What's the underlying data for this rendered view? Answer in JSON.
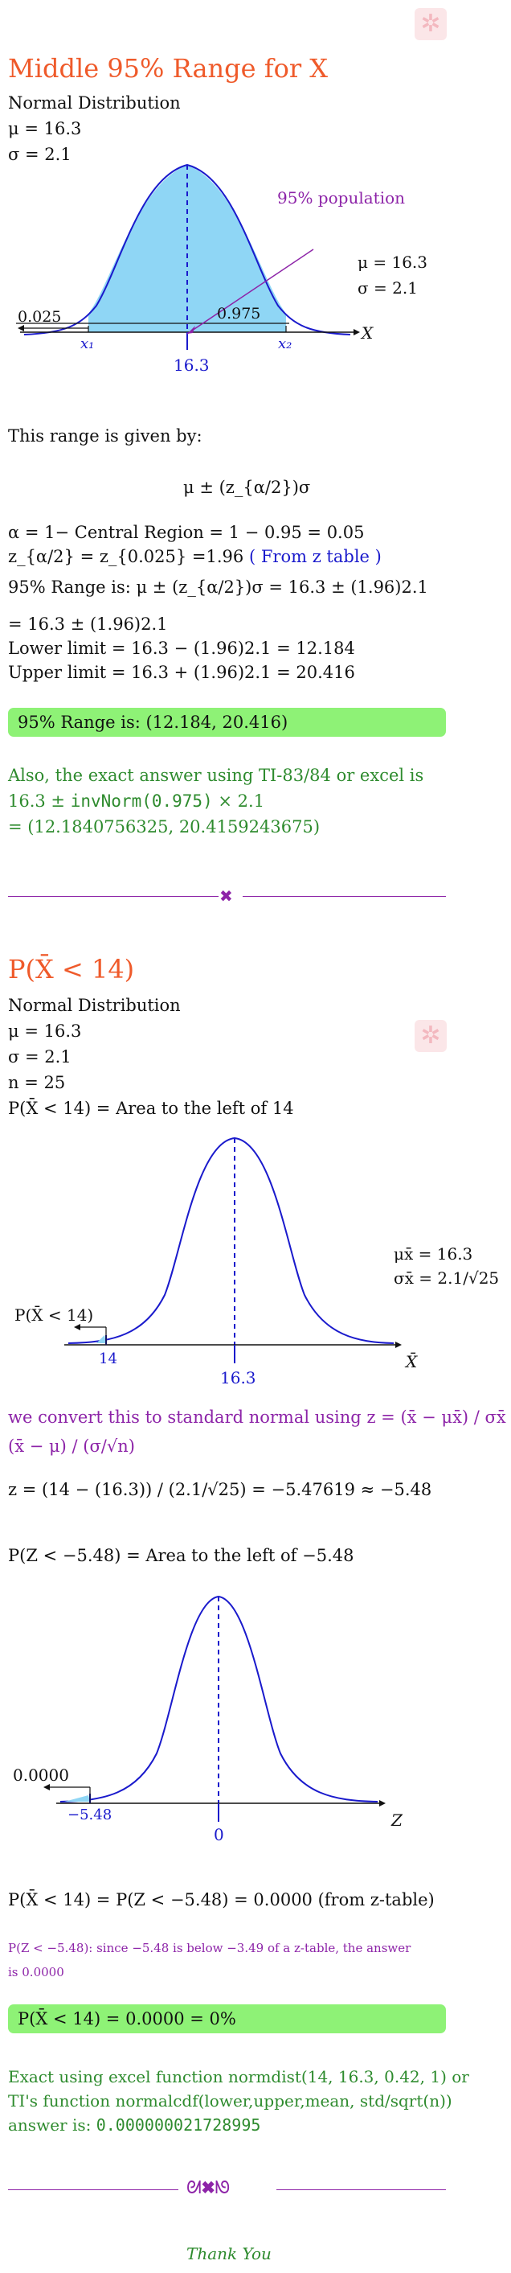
{
  "logo_glyph": "✲",
  "section1": {
    "title": "Middle 95% Range for X",
    "dist_label": "Normal Distribution",
    "mu_line": "μ = 16.3",
    "sigma_line": "σ = 2.1",
    "graph": {
      "annotation": "95% population",
      "mu": "μ = 16.3",
      "sigma": "σ = 2.1",
      "left_tail": "0.025",
      "center_area": "0.975",
      "x1": "x₁",
      "x2": "x₂",
      "center": "16.3",
      "axis": "X"
    },
    "range_intro": "This range is given by:",
    "formula": "μ ± (z_{α/2})σ",
    "alpha_line": "α = 1− Central Region = 1 − 0.95 = 0.05",
    "z_line": "z_{α/2} = z_{0.025} =1.96",
    "z_note": "( From z table )",
    "range_line": "95% Range is:  μ ± (z_{α/2})σ = 16.3 ± (1.96)2.1",
    "range_line2": "= 16.3 ± (1.96)2.1",
    "lower_line": "Lower limit = 16.3 − (1.96)2.1 = 12.184",
    "upper_line": "Upper limit = 16.3 + (1.96)2.1 = 20.416",
    "answer_box": "95% Range is:  (12.184, 20.416)",
    "exact1": "Also, the exact answer using TI-83/84 or excel is",
    "exact2_a": "16.3 ± ",
    "exact2_code": "invNorm(0.975)",
    "exact2_b": " × 2.1",
    "exact3": "= (12.1840756325, 20.4159243675)"
  },
  "divider1_glyph": "✖",
  "section2": {
    "title": "P(X̄ < 14)",
    "dist_label": "Normal Distribution",
    "mu_line": "μ = 16.3",
    "sigma_line": "σ = 2.1",
    "n_line": "n = 25",
    "area_line": "P(X̄ < 14) = Area to the left of 14",
    "graph1": {
      "mu": "μx̄ = 16.3",
      "sigma": "σx̄ = 2.1/√25",
      "left_label": "P(X̄ < 14)",
      "tick_left": "14",
      "center": "16.3",
      "axis": "X̄"
    },
    "convert_a": "we convert this to standard normal using",
    "convert_b": "z = (x̄ − μx̄) / σx̄ =",
    "convert_c": "(x̄ − μ) / (σ/√n)",
    "z_calc": "z = (14 − (16.3)) / (2.1/√25) = −5.47619 ≈ −5.48",
    "z_area": "P(Z < −5.48) = Area to the left of −5.48",
    "graph2": {
      "left_label": "0.0000",
      "tick_left": "−5.48",
      "center": "0",
      "axis": "Z"
    },
    "prob_line": "P(X̄ < 14) = P(Z < −5.48) = 0.0000 (from z-table)",
    "note1": "P(Z < −5.48): since −5.48 is below −3.49 of a z-table, the answer",
    "note2": "is 0.0000",
    "answer_box": "P(X̄ < 14) = 0.0000 = 0%",
    "excel1": "Exact using excel function normdist(14, 16.3, 0.42, 1) or",
    "excel2": "TI's function normalcdf(lower,upper,mean, std/sqrt(n))",
    "excel3_a": "answer is: ",
    "excel3_code": "0.000000021728995"
  },
  "divider2_glyph": "ᘛ✖ᘚ",
  "thanks": "Thank You"
}
